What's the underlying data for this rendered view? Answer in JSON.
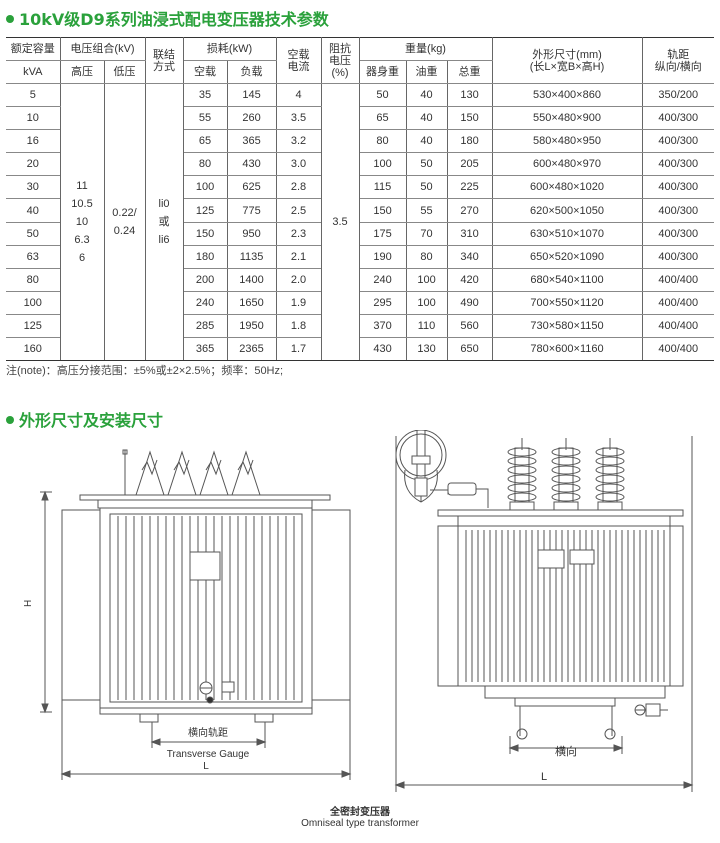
{
  "section1": {
    "title": "10kV级D9系列油浸式配电变压器技术参数"
  },
  "section2": {
    "title": "外形尺寸及安装尺寸"
  },
  "table": {
    "headers": {
      "capacity": "额定容量",
      "capacity_unit": "kVA",
      "voltage": "电压组合(kV)",
      "hv": "高压",
      "lv": "低压",
      "connection": "联结方式",
      "loss": "损耗(kW)",
      "noload": "空载",
      "load": "负载",
      "current": "空载电流",
      "impedance": "阻抗电压(%)",
      "weight": "重量(kg)",
      "body_weight": "器身重",
      "oil_weight": "油重",
      "total_weight": "总重",
      "dimensions": "外形尺寸(mm)",
      "dimensions_sub": "(长L×宽B×高H)",
      "gauge": "轨距",
      "gauge_sub": "纵向/横向"
    },
    "merged": {
      "hv_lines": [
        "11",
        "10.5",
        "10",
        "6.3",
        "6"
      ],
      "lv_lines": [
        "0.22/",
        "0.24"
      ],
      "conn_lines": [
        "li0",
        "或",
        "li6"
      ],
      "impedance": "3.5"
    },
    "rows": [
      {
        "kva": "5",
        "nl": "35",
        "ll": "145",
        "cur": "4",
        "body": "50",
        "oil": "40",
        "total": "130",
        "dim": "530×400×860",
        "gauge": "350/200"
      },
      {
        "kva": "10",
        "nl": "55",
        "ll": "260",
        "cur": "3.5",
        "body": "65",
        "oil": "40",
        "total": "150",
        "dim": "550×480×900",
        "gauge": "400/300"
      },
      {
        "kva": "16",
        "nl": "65",
        "ll": "365",
        "cur": "3.2",
        "body": "80",
        "oil": "40",
        "total": "180",
        "dim": "580×480×950",
        "gauge": "400/300"
      },
      {
        "kva": "20",
        "nl": "80",
        "ll": "430",
        "cur": "3.0",
        "body": "100",
        "oil": "50",
        "total": "205",
        "dim": "600×480×970",
        "gauge": "400/300"
      },
      {
        "kva": "30",
        "nl": "100",
        "ll": "625",
        "cur": "2.8",
        "body": "115",
        "oil": "50",
        "total": "225",
        "dim": "600×480×1020",
        "gauge": "400/300"
      },
      {
        "kva": "40",
        "nl": "125",
        "ll": "775",
        "cur": "2.5",
        "body": "150",
        "oil": "55",
        "total": "270",
        "dim": "620×500×1050",
        "gauge": "400/300"
      },
      {
        "kva": "50",
        "nl": "150",
        "ll": "950",
        "cur": "2.3",
        "body": "175",
        "oil": "70",
        "total": "310",
        "dim": "630×510×1070",
        "gauge": "400/300"
      },
      {
        "kva": "63",
        "nl": "180",
        "ll": "1135",
        "cur": "2.1",
        "body": "190",
        "oil": "80",
        "total": "340",
        "dim": "650×520×1090",
        "gauge": "400/300"
      },
      {
        "kva": "80",
        "nl": "200",
        "ll": "1400",
        "cur": "2.0",
        "body": "240",
        "oil": "100",
        "total": "420",
        "dim": "680×540×1100",
        "gauge": "400/400"
      },
      {
        "kva": "100",
        "nl": "240",
        "ll": "1650",
        "cur": "1.9",
        "body": "295",
        "oil": "100",
        "total": "490",
        "dim": "700×550×1120",
        "gauge": "400/400"
      },
      {
        "kva": "125",
        "nl": "285",
        "ll": "1950",
        "cur": "1.8",
        "body": "370",
        "oil": "110",
        "total": "560",
        "dim": "730×580×1150",
        "gauge": "400/400"
      },
      {
        "kva": "160",
        "nl": "365",
        "ll": "2365",
        "cur": "1.7",
        "body": "430",
        "oil": "130",
        "total": "650",
        "dim": "780×600×1160",
        "gauge": "400/400"
      }
    ]
  },
  "note": "注(note)：高压分接范围：±5%或±2×2.5%；频率：50Hz;",
  "drawing": {
    "left": {
      "h_label": "H",
      "gauge_cn": "横向轨距",
      "gauge_en": "Transverse Gauge",
      "l_label": "L"
    },
    "right": {
      "gauge_cn": "横向",
      "l_label": "L"
    },
    "caption_cn": "全密封变压器",
    "caption_en": "Omniseal type transformer"
  },
  "colors": {
    "accent": "#2aa13b",
    "line": "#555555"
  }
}
